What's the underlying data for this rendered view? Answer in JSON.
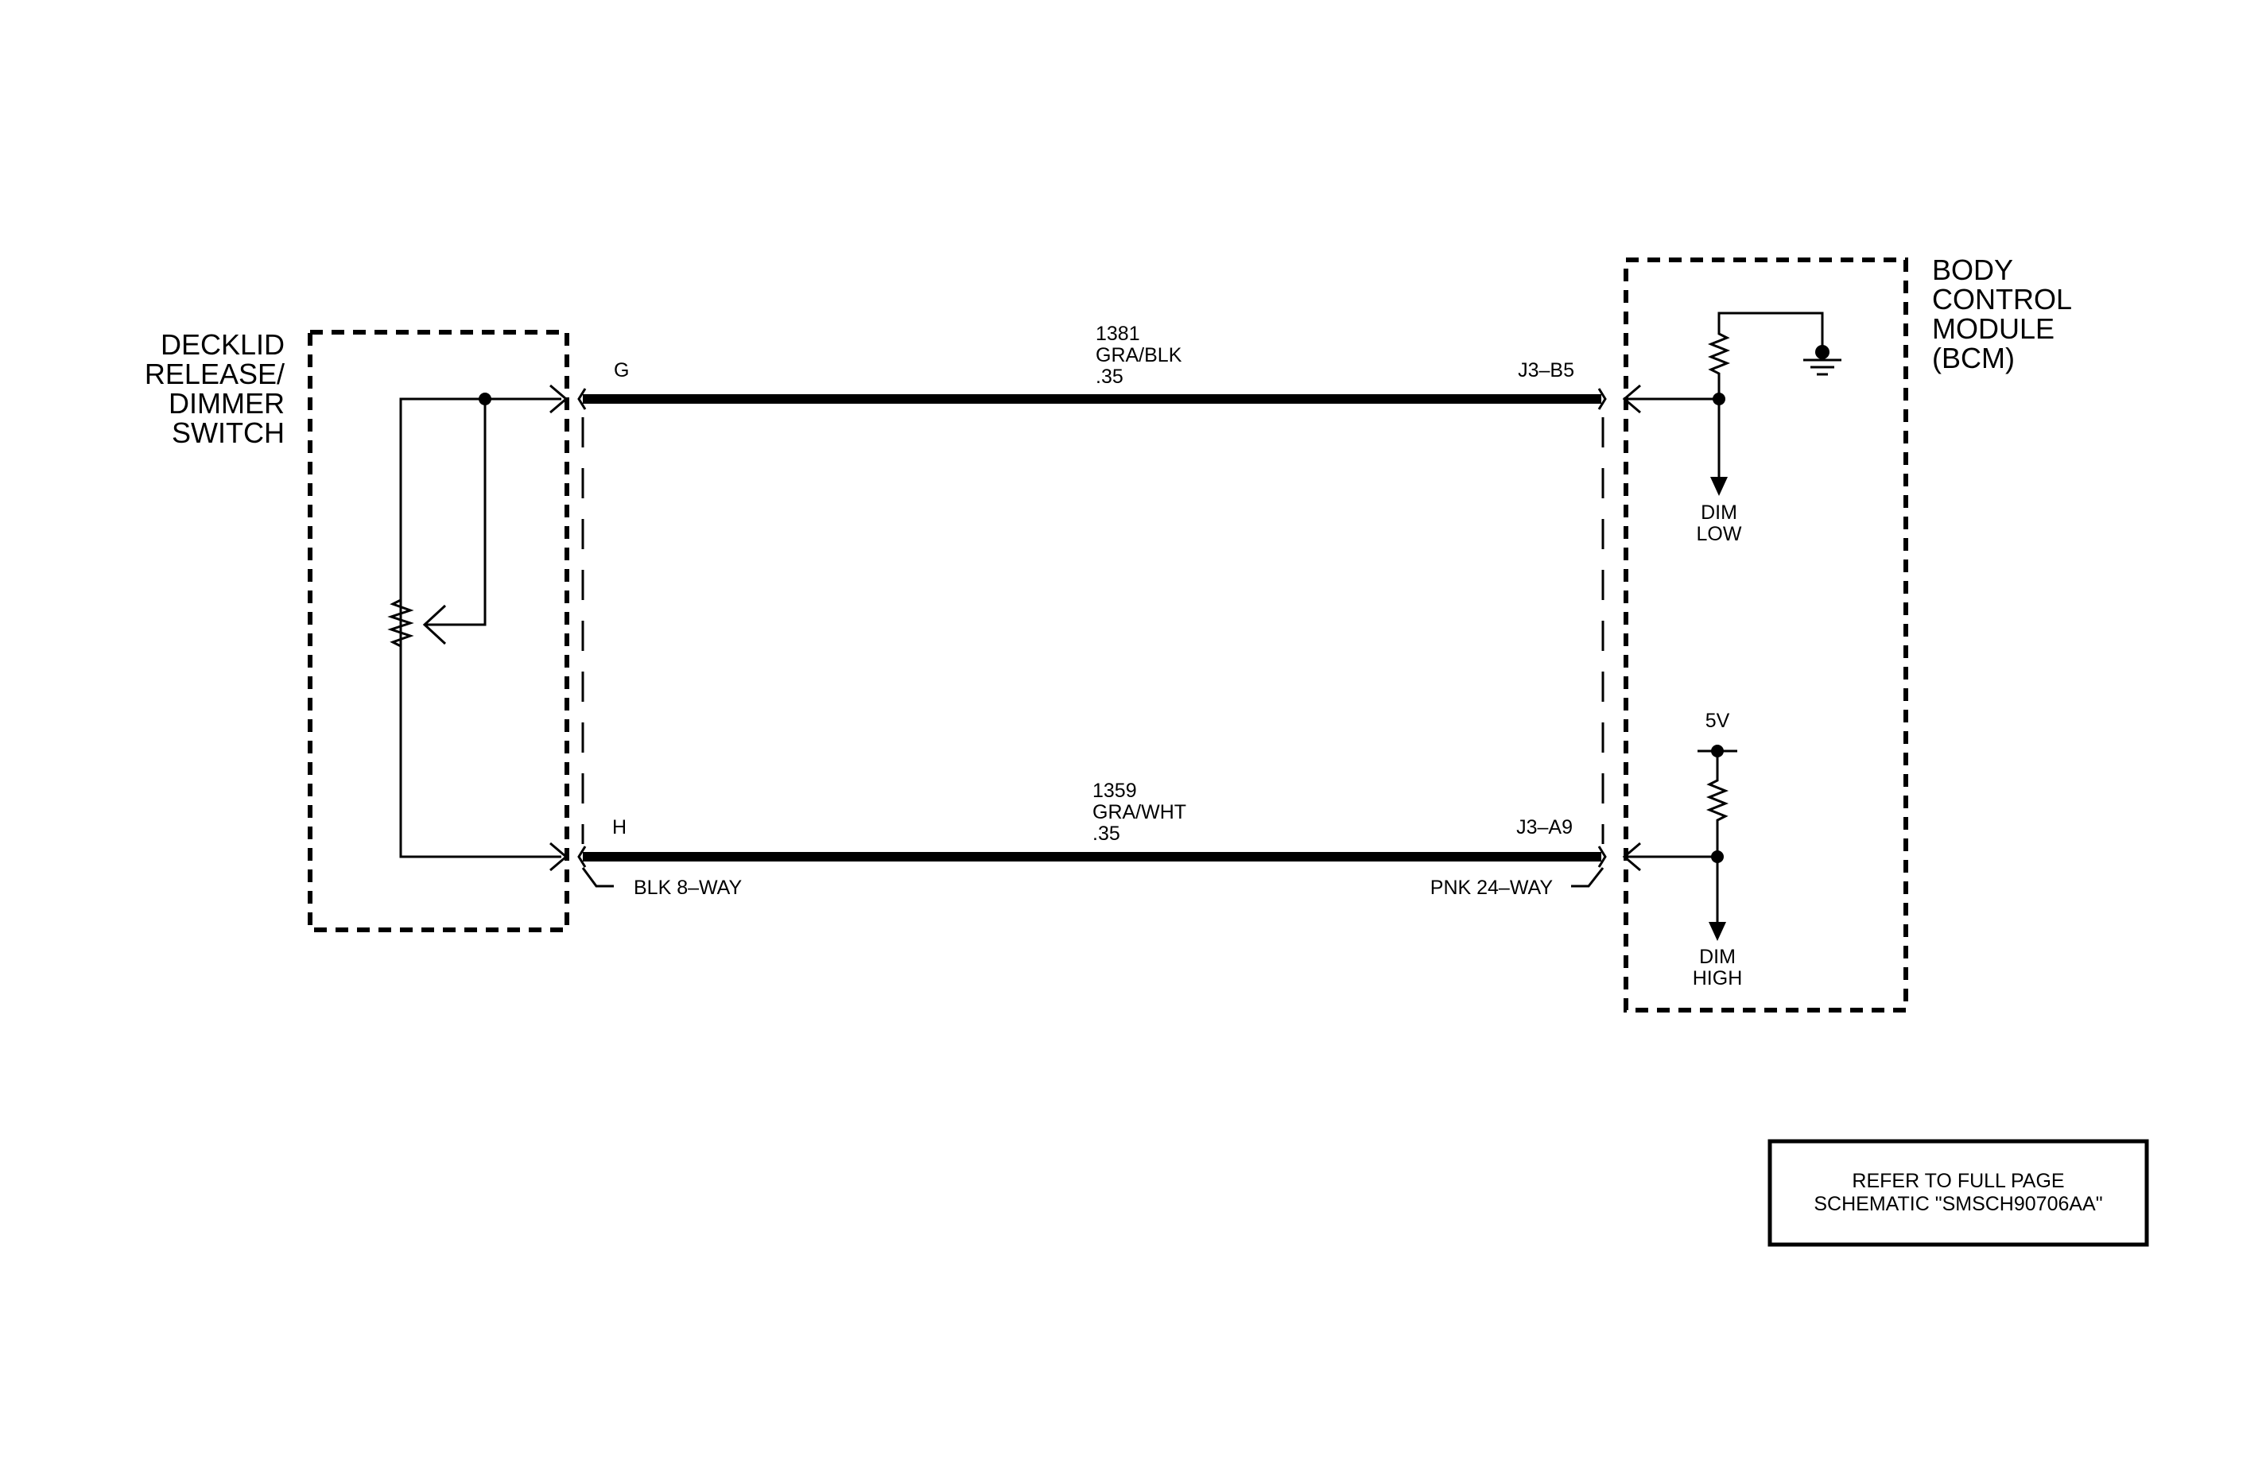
{
  "components": {
    "switch": {
      "lines": [
        "DECKLID",
        "RELEASE/",
        "DIMMER",
        "SWITCH"
      ]
    },
    "bcm": {
      "lines": [
        "BODY",
        "CONTROL",
        "MODULE",
        "(BCM)"
      ]
    }
  },
  "wires": {
    "upper": {
      "terminal_left": "G",
      "terminal_right": "J3–B5",
      "circuit": "1381",
      "color": "GRA/BLK",
      "gauge": ".35"
    },
    "lower": {
      "terminal_left": "H",
      "terminal_right": "J3–A9",
      "circuit": "1359",
      "color": "GRA/WHT",
      "gauge": ".35"
    }
  },
  "connectors": {
    "left": "BLK 8–WAY",
    "right": "PNK 24–WAY"
  },
  "bcm_signals": {
    "low": [
      "DIM",
      "LOW"
    ],
    "high": [
      "DIM",
      "HIGH"
    ],
    "supply": "5V"
  },
  "note": {
    "lines": [
      "REFER TO FULL PAGE",
      "SCHEMATIC \"SMSCH90706AA\""
    ]
  }
}
